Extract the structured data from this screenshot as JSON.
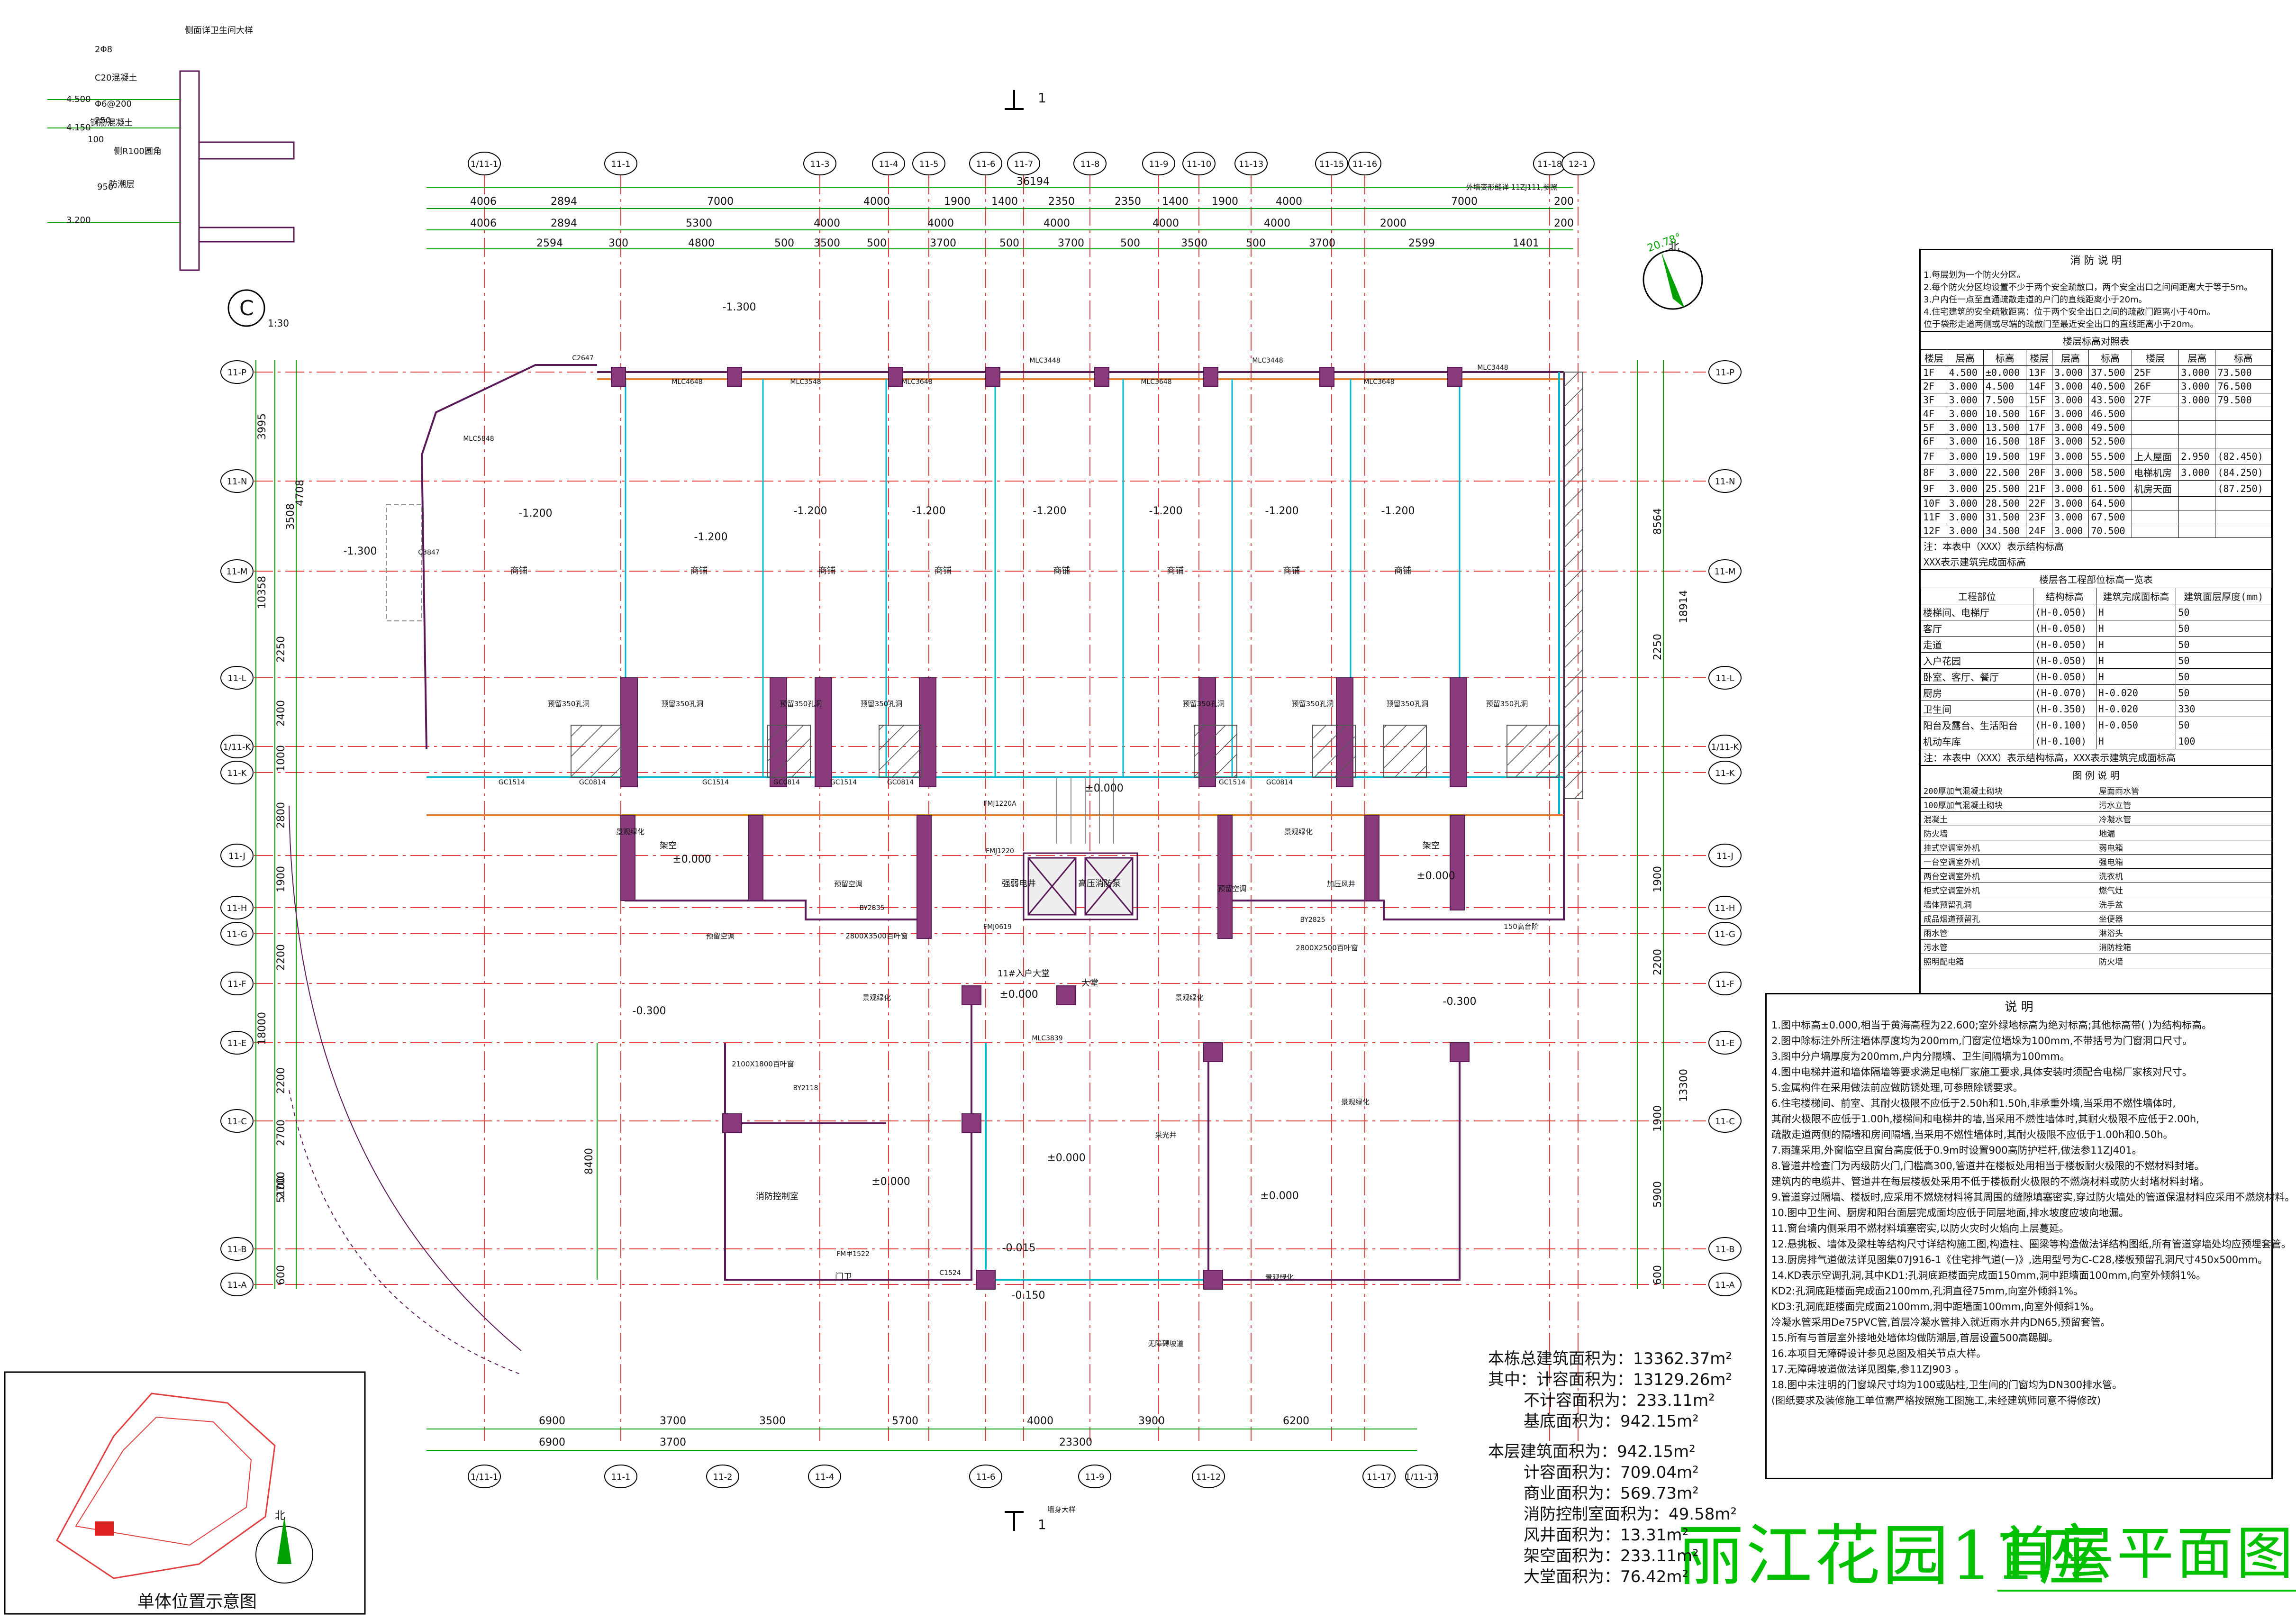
{
  "drawing": {
    "project_title": "丽江花园11座",
    "sheet_title": "首层平面图",
    "scale_note": "1:30",
    "north_label": "北",
    "north_angle": "20.78°",
    "site_plan_label": "单体位置示意图",
    "section_mark": "1"
  },
  "grid_axes_top": [
    "1/11-1",
    "11-1",
    "11-3",
    "11-4",
    "11-5",
    "11-6",
    "11-7",
    "11-8",
    "11-9",
    "11-10",
    "11-13",
    "11-15",
    "11-16",
    "11-18",
    "12-1"
  ],
  "grid_axes_bottom": [
    "1/11-1",
    "11-1",
    "11-2",
    "11-4",
    "11-6",
    "11-9",
    "11-12",
    "11-17",
    "1/11-17"
  ],
  "grid_axes_left": [
    "11-P",
    "11-N",
    "11-M",
    "11-L",
    "1/11-K",
    "11-K",
    "11-J",
    "11-H",
    "11-G",
    "11-F",
    "11-E",
    "11-C",
    "11-B",
    "11-A"
  ],
  "dimensions_top": {
    "overall": "36194",
    "row1": [
      "4006",
      "2894",
      "7000",
      "4000",
      "1900",
      "1400",
      "2350",
      "2350",
      "1400",
      "1900",
      "4000",
      "7000",
      "200"
    ],
    "row2": [
      "4006",
      "2894",
      "5300",
      "4000",
      "4000",
      "4000",
      "4000",
      "4000",
      "2000",
      "200"
    ],
    "row3": [
      "2594",
      "300",
      "4800",
      "500",
      "3500",
      "500",
      "3700",
      "500",
      "3700",
      "500",
      "3500",
      "500",
      "3700",
      "2599",
      "1401"
    ]
  },
  "dimensions_bottom": {
    "row1": [
      "6900",
      "3700",
      "3500",
      "5700",
      "4000",
      "3900",
      "6200"
    ],
    "row2": [
      "6900",
      "3700",
      "23300"
    ]
  },
  "dimensions_left": [
    "3995",
    "4708",
    "3508",
    "10358",
    "2250",
    "2400",
    "1000",
    "2800",
    "1900",
    "2200",
    "18000",
    "2200",
    "2700",
    "2700",
    "5100",
    "600",
    "8400"
  ],
  "dimensions_right": [
    "8564",
    "18914",
    "2250",
    "1900",
    "2200",
    "13300",
    "1900",
    "5900",
    "600"
  ],
  "room_labels": [
    "商铺",
    "商铺",
    "商铺",
    "商铺",
    "商铺",
    "商铺",
    "商铺",
    "商铺",
    "大堂",
    "架空",
    "架空",
    "消防控制室",
    "11#入户大堂",
    "强弱电井",
    "高压消防泵",
    "门卫"
  ],
  "elevations": [
    "-1.200",
    "-1.200",
    "-1.200",
    "-1.200",
    "-1.200",
    "-1.200",
    "-1.200",
    "-1.200",
    "-1.300",
    "-1.300",
    "±0.000",
    "±0.000",
    "±0.000",
    "±0.000",
    "±0.000",
    "±0.000",
    "-0.300",
    "-0.300",
    "-0.015",
    "-0.150",
    "±0.000"
  ],
  "window_tags": [
    "MLC4648",
    "MLC3548",
    "MLC3648",
    "MLC3448",
    "MLC3648",
    "MLC3448",
    "MLC3648",
    "MLC3448",
    "MLC5848",
    "C2647",
    "C3847",
    "GC1514",
    "GC0814",
    "GC1514",
    "GC0814",
    "GC1514",
    "GC0814",
    "GC1514",
    "GC0814",
    "FMJ1220A",
    "FMJ1220",
    "FMJ0619",
    "FM甲1522",
    "C1524",
    "MLC3839",
    "BY2835",
    "BY2825",
    "BY2118"
  ],
  "callouts": [
    "景观绿化",
    "景观绿化",
    "景观绿化",
    "景观绿化",
    "景观绿化",
    "景观绿化",
    "预留350孔洞",
    "预留350孔洞",
    "预留350孔洞",
    "预留350孔洞",
    "预留350孔洞",
    "预留350孔洞",
    "预留350孔洞",
    "预留350孔洞",
    "预留空调",
    "预留空调",
    "预留空调",
    "2800X3500百叶窗",
    "2800X2500百叶窗",
    "2100X1800百叶窗",
    "150高台阶",
    "无障碍坡道",
    "外墙变形缝详 11ZJ111,参照",
    "墙身大样",
    "采光井",
    "加压风井"
  ],
  "detail_c": {
    "label": "C",
    "notes": [
      "2Φ8",
      "C20混凝土",
      "Φ6@200",
      "钢筋混凝土",
      "侧面详卫生间大样",
      "侧R100圆角",
      "防潮层",
      "4.500",
      "4.150",
      "3.200",
      "950",
      "250",
      "100"
    ]
  },
  "area_summary": {
    "total": "本栋总建筑面积为：13362.37m²",
    "of_which": "其中：计容面积为：13129.26m²",
    "non_far": "不计容面积为：233.11m²",
    "footprint": "基底面积为：942.15m²",
    "floor_total": "本层建筑面积为：942.15m²",
    "items": [
      "计容面积为：709.04m²",
      "商业面积为：569.73m²",
      "消防控制室面积为：49.58m²",
      "风井面积为：13.31m²",
      "架空面积为：233.11m²",
      "大堂面积为：76.42m²"
    ]
  },
  "fire_notes": {
    "title": "消 防 说 明",
    "lines": [
      "1.每层划为一个防火分区。",
      "2.每个防火分区均设置不少于两个安全疏散口，两个安全出口之间间距离大于等于5m。",
      "3.户内任一点至直通疏散走道的户门的直线距离小于20m。",
      "4.住宅建筑的安全疏散距离：位于两个安全出口之间的疏散门距离小于40m。",
      "  位于袋形走道两侧或尽端的疏散门至最近安全出口的直线距离小于20m。"
    ]
  },
  "floor_level_table": {
    "title": "楼层标高对照表",
    "headers": [
      "楼层",
      "层高",
      "标高",
      "楼层",
      "层高",
      "标高",
      "楼层",
      "层高",
      "标高"
    ],
    "rows": [
      [
        "1F",
        "4.500",
        "±0.000",
        "13F",
        "3.000",
        "37.500",
        "25F",
        "3.000",
        "73.500"
      ],
      [
        "2F",
        "3.000",
        "4.500",
        "14F",
        "3.000",
        "40.500",
        "26F",
        "3.000",
        "76.500"
      ],
      [
        "3F",
        "3.000",
        "7.500",
        "15F",
        "3.000",
        "43.500",
        "27F",
        "3.000",
        "79.500"
      ],
      [
        "4F",
        "3.000",
        "10.500",
        "16F",
        "3.000",
        "46.500",
        "",
        "",
        ""
      ],
      [
        "5F",
        "3.000",
        "13.500",
        "17F",
        "3.000",
        "49.500",
        "",
        "",
        ""
      ],
      [
        "6F",
        "3.000",
        "16.500",
        "18F",
        "3.000",
        "52.500",
        "",
        "",
        ""
      ],
      [
        "7F",
        "3.000",
        "19.500",
        "19F",
        "3.000",
        "55.500",
        "上人屋面",
        "2.950",
        "(82.450)"
      ],
      [
        "8F",
        "3.000",
        "22.500",
        "20F",
        "3.000",
        "58.500",
        "电梯机房",
        "3.000",
        "(84.250)"
      ],
      [
        "9F",
        "3.000",
        "25.500",
        "21F",
        "3.000",
        "61.500",
        "机房天面",
        "",
        "(87.250)"
      ],
      [
        "10F",
        "3.000",
        "28.500",
        "22F",
        "3.000",
        "64.500",
        "",
        "",
        ""
      ],
      [
        "11F",
        "3.000",
        "31.500",
        "23F",
        "3.000",
        "67.500",
        "",
        "",
        ""
      ],
      [
        "12F",
        "3.000",
        "34.500",
        "24F",
        "3.000",
        "70.500",
        "",
        "",
        ""
      ]
    ],
    "legend1": "注：本表中（XXX）表示结构标高",
    "legend2": "XXX表示建筑完成面标高"
  },
  "finish_table": {
    "title": "楼层各工程部位标高一览表",
    "headers": [
      "工程部位",
      "结构标高",
      "建筑完成面标高",
      "建筑面层厚度(mm)"
    ],
    "rows": [
      [
        "楼梯间、电梯厅",
        "(H-0.050)",
        "H",
        "50"
      ],
      [
        "客厅",
        "(H-0.050)",
        "H",
        "50"
      ],
      [
        "走道",
        "(H-0.050)",
        "H",
        "50"
      ],
      [
        "入户花园",
        "(H-0.050)",
        "H",
        "50"
      ],
      [
        "卧室、客厅、餐厅",
        "(H-0.050)",
        "H",
        "50"
      ],
      [
        "厨房",
        "(H-0.070)",
        "H-0.020",
        "50"
      ],
      [
        "卫生间",
        "(H-0.350)",
        "H-0.020",
        "330"
      ],
      [
        "阳台及露台、生活阳台",
        "(H-0.100)",
        "H-0.050",
        "50"
      ],
      [
        "机动车库",
        "(H-0.100)",
        "H",
        "100"
      ]
    ],
    "footnote": "注：本表中（XXX）表示结构标高，XXX表示建筑完成面标高"
  },
  "legend_table": {
    "title": "图 例 说 明",
    "left": [
      "200厚加气混凝土砌块",
      "100厚加气混凝土砌块",
      "混凝土",
      "防火墙",
      "挂式空调室外机",
      "一台空调室外机",
      "两台空调室外机",
      "柜式空调室外机",
      "墙体预留孔洞",
      "成品烟道预留孔",
      "雨水管",
      "污水管",
      "照明配电箱"
    ],
    "right": [
      "屋面雨水管",
      "污水立管",
      "冷凝水管",
      "地漏",
      "弱电箱",
      "强电箱",
      "洗衣机",
      "燃气灶",
      "洗手盆",
      "坐便器",
      "淋浴头",
      "消防栓箱",
      "防火墙"
    ]
  },
  "general_notes": {
    "title": "说 明",
    "lines": [
      "1.图中标高±0.000,相当于黄海高程为22.600;室外绿地标高为绝对标高;其他标高带( )为结构标高。",
      "2.图中除标注外所注墙体厚度均为200mm,门窗定位墙垛为100mm,不带括号为门窗洞口尺寸。",
      "3.图中分户墙厚度为200mm,户内分隔墙、卫生间隔墙为100mm。",
      "4.图中电梯井道和墙体隔墙等要求满足电梯厂家施工要求,具体安装时须配合电梯厂家核对尺寸。",
      "5.金属构件在采用做法前应做防锈处理,可参照除锈要求。",
      "6.住宅楼梯间、前室、其耐火极限不应低于2.50h和1.50h,非承重外墙,当采用不燃性墙体时,",
      "  其耐火极限不应低于1.00h,楼梯间和电梯井的墙,当采用不燃性墙体时,其耐火极限不应低于2.00h,",
      "  疏散走道两侧的隔墙和房间隔墙,当采用不燃性墙体时,其耐火极限不应低于1.00h和0.50h。",
      "7.雨篷采用,外窗临空且窗台高度低于0.9m时设置900高防护栏杆,做法参11ZJ401。",
      "8.管道井检查门为丙级防火门,门槛高300,管道井在楼板处用相当于楼板耐火极限的不燃材料封堵。",
      "  建筑内的电缆井、管道井在每层楼板处采用不低于楼板耐火极限的不燃烧材料或防火封堵材料封堵。",
      "9.管道穿过隔墙、楼板时,应采用不燃烧材料将其周围的缝隙填塞密实,穿过防火墙处的管道保温材料应采用不燃烧材料。",
      "10.图中卫生间、厨房和阳台面层完成面均应低于同层地面,排水坡度应坡向地漏。",
      "11.窗台墙内侧采用不燃材料填塞密实,以防火灾时火焰向上层蔓延。",
      "12.悬挑板、墙体及梁柱等结构尺寸详结构施工图,构造柱、圈梁等构造做法详结构图纸,所有管道穿墙处均应预埋套管。",
      "13.厨房排气道做法详见图集07J916-1《住宅排气道(一)》,选用型号为C-C28,楼板预留孔洞尺寸450x500mm。",
      "14.KD表示空调孔洞,其中KD1:孔洞底距楼面完成面150mm,洞中距墙面100mm,向室外倾斜1%。",
      "  KD2:孔洞底距楼面完成面2100mm,孔洞直径75mm,向室外倾斜1%。",
      "  KD3:孔洞底距楼面完成面2100mm,洞中距墙面100mm,向室外倾斜1%。",
      "  冷凝水管采用De75PVC管,首层冷凝水管排入就近雨水井内DN65,预留套管。",
      "15.所有与首层室外接地处墙体均做防潮层,首层设置500高踢脚。",
      "16.本项目无障碍设计参见总图及相关节点大样。",
      "17.无障碍坡道做法详见图集,参11ZJ903 。",
      "18.图中未注明的门窗垛尺寸均为100或贴柱,卫生间的门窗均为DN300排水管。",
      "  (图纸要求及装修施工单位需严格按照施工图施工,未经建筑师同意不得修改)"
    ]
  },
  "colors": {
    "wall_fill": "#8a3b7c",
    "wall_outline": "#5a1a58",
    "window": "#00b8c8",
    "dim_line": "#00a000",
    "grid_line": "#e24040",
    "door_swing": "#e08030",
    "title": "#00c000",
    "text": "#111111"
  }
}
